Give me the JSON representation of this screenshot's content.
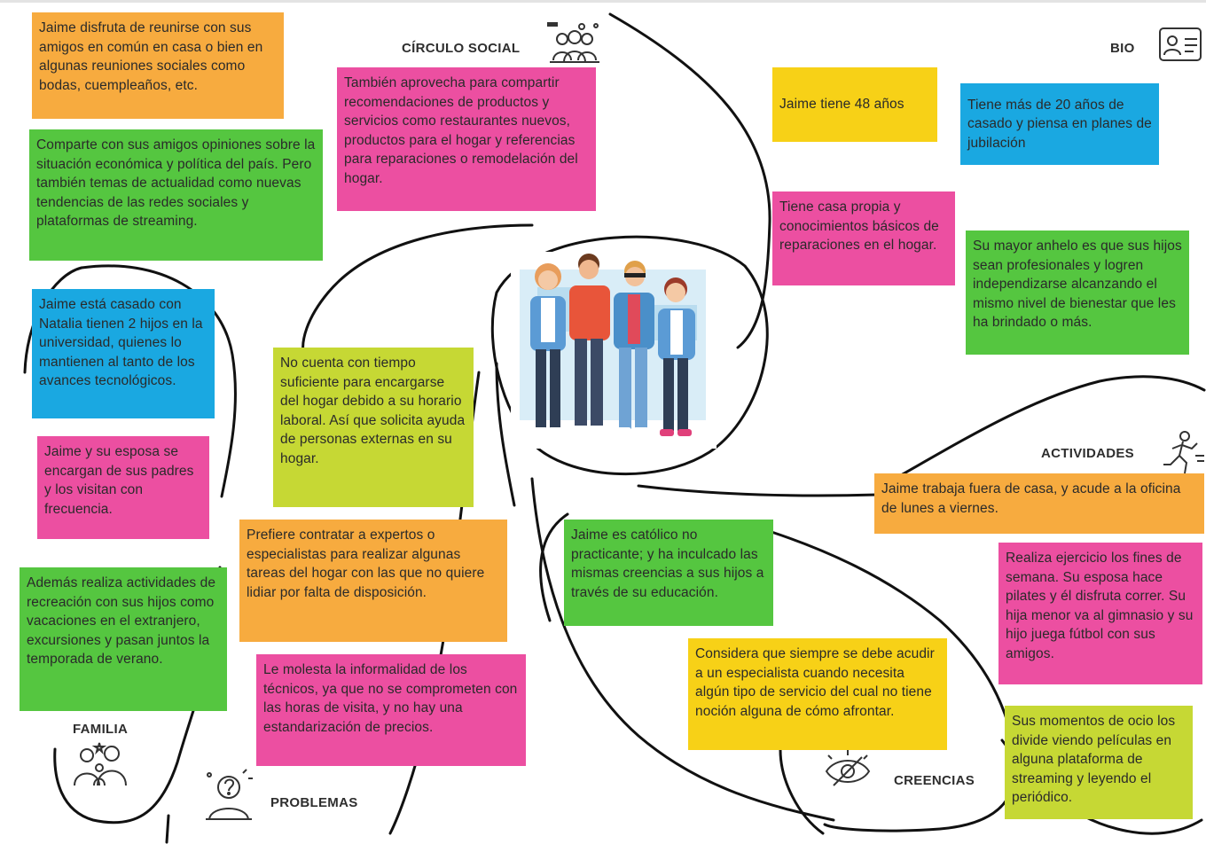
{
  "sections": {
    "circulo_social": "CÍRCULO SOCIAL",
    "bio": "BIO",
    "actividades": "ACTIVIDADES",
    "familia": "FAMILIA",
    "problemas": "PROBLEMAS",
    "creencias": "CREENCIAS"
  },
  "notes": {
    "n1": "Jaime disfruta de reunirse con sus amigos en común en casa o bien en algunas reuniones sociales como bodas, cuempleaños, etc.",
    "n2": "Comparte con sus amigos opiniones sobre la situación económica y política del país. Pero también temas de actualidad como nuevas tendencias de las redes sociales y plataformas de streaming.",
    "n3": "También aprovecha para compartir recomendaciones de productos y servicios como restaurantes nuevos, productos para el hogar y referencias para reparaciones o remodelación del hogar.",
    "n4": "Jaime tiene 48 años",
    "n5": "Tiene más de 20 años de casado y piensa en planes de jubilación",
    "n6": "Tiene casa propia y conocimientos básicos de reparaciones en el hogar.",
    "n7": "Su mayor anhelo es que sus hijos sean profesionales y logren independizarse alcanzando el mismo nivel de bienestar que les ha brindado o más.",
    "n8": "Jaime está casado con Natalia tienen 2 hijos en la universidad, quienes lo mantienen al tanto de los avances tecnológicos.",
    "n9": "No cuenta con tiempo suficiente para encargarse del hogar debido a su horario laboral. Así que solicita ayuda de personas externas en su hogar.",
    "n10": "Jaime y su esposa se encargan de sus padres y los visitan con frecuencia.",
    "n11": "Jaime trabaja fuera de casa, y acude a la oficina de lunes a viernes.",
    "n12": "Prefiere contratar a expertos o especialistas para realizar algunas tareas del hogar con las que no quiere lidiar por falta de disposición.",
    "n13": "Jaime es católico no practicante; y ha inculcado las mismas creencias a sus hijos a través de su educación.",
    "n14": "Realiza ejercicio los fines de semana. Su esposa hace pilates y él disfruta correr. Su hija menor va al gimnasio y su hijo juega fútbol con sus amigos.",
    "n15": "Además realiza actividades de recreación con sus hijos como vacaciones en el extranjero, excursiones y pasan juntos la temporada de verano.",
    "n16": "Le molesta la informalidad de los técnicos, ya que no se comprometen con las horas de visita, y no hay una estandarización de precios.",
    "n17": "Considera que siempre se debe acudir a un especialista cuando necesita algún tipo de servicio del cual no tiene noción alguna de cómo afrontar.",
    "n18": "Sus momentos de ocio los divide viendo películas en alguna plataforma de streaming y leyendo el periódico."
  },
  "icons": [
    "group-people-icon",
    "id-card-icon",
    "runner-icon",
    "family-icon",
    "thinking-person-icon",
    "eye-icon",
    "family-photo"
  ],
  "colors": {
    "orange": "#f7ab3f",
    "green": "#55c640",
    "pink": "#ec4fa1",
    "yellow": "#f7d117",
    "blue": "#1aa8e1",
    "lime": "#c6d834"
  }
}
